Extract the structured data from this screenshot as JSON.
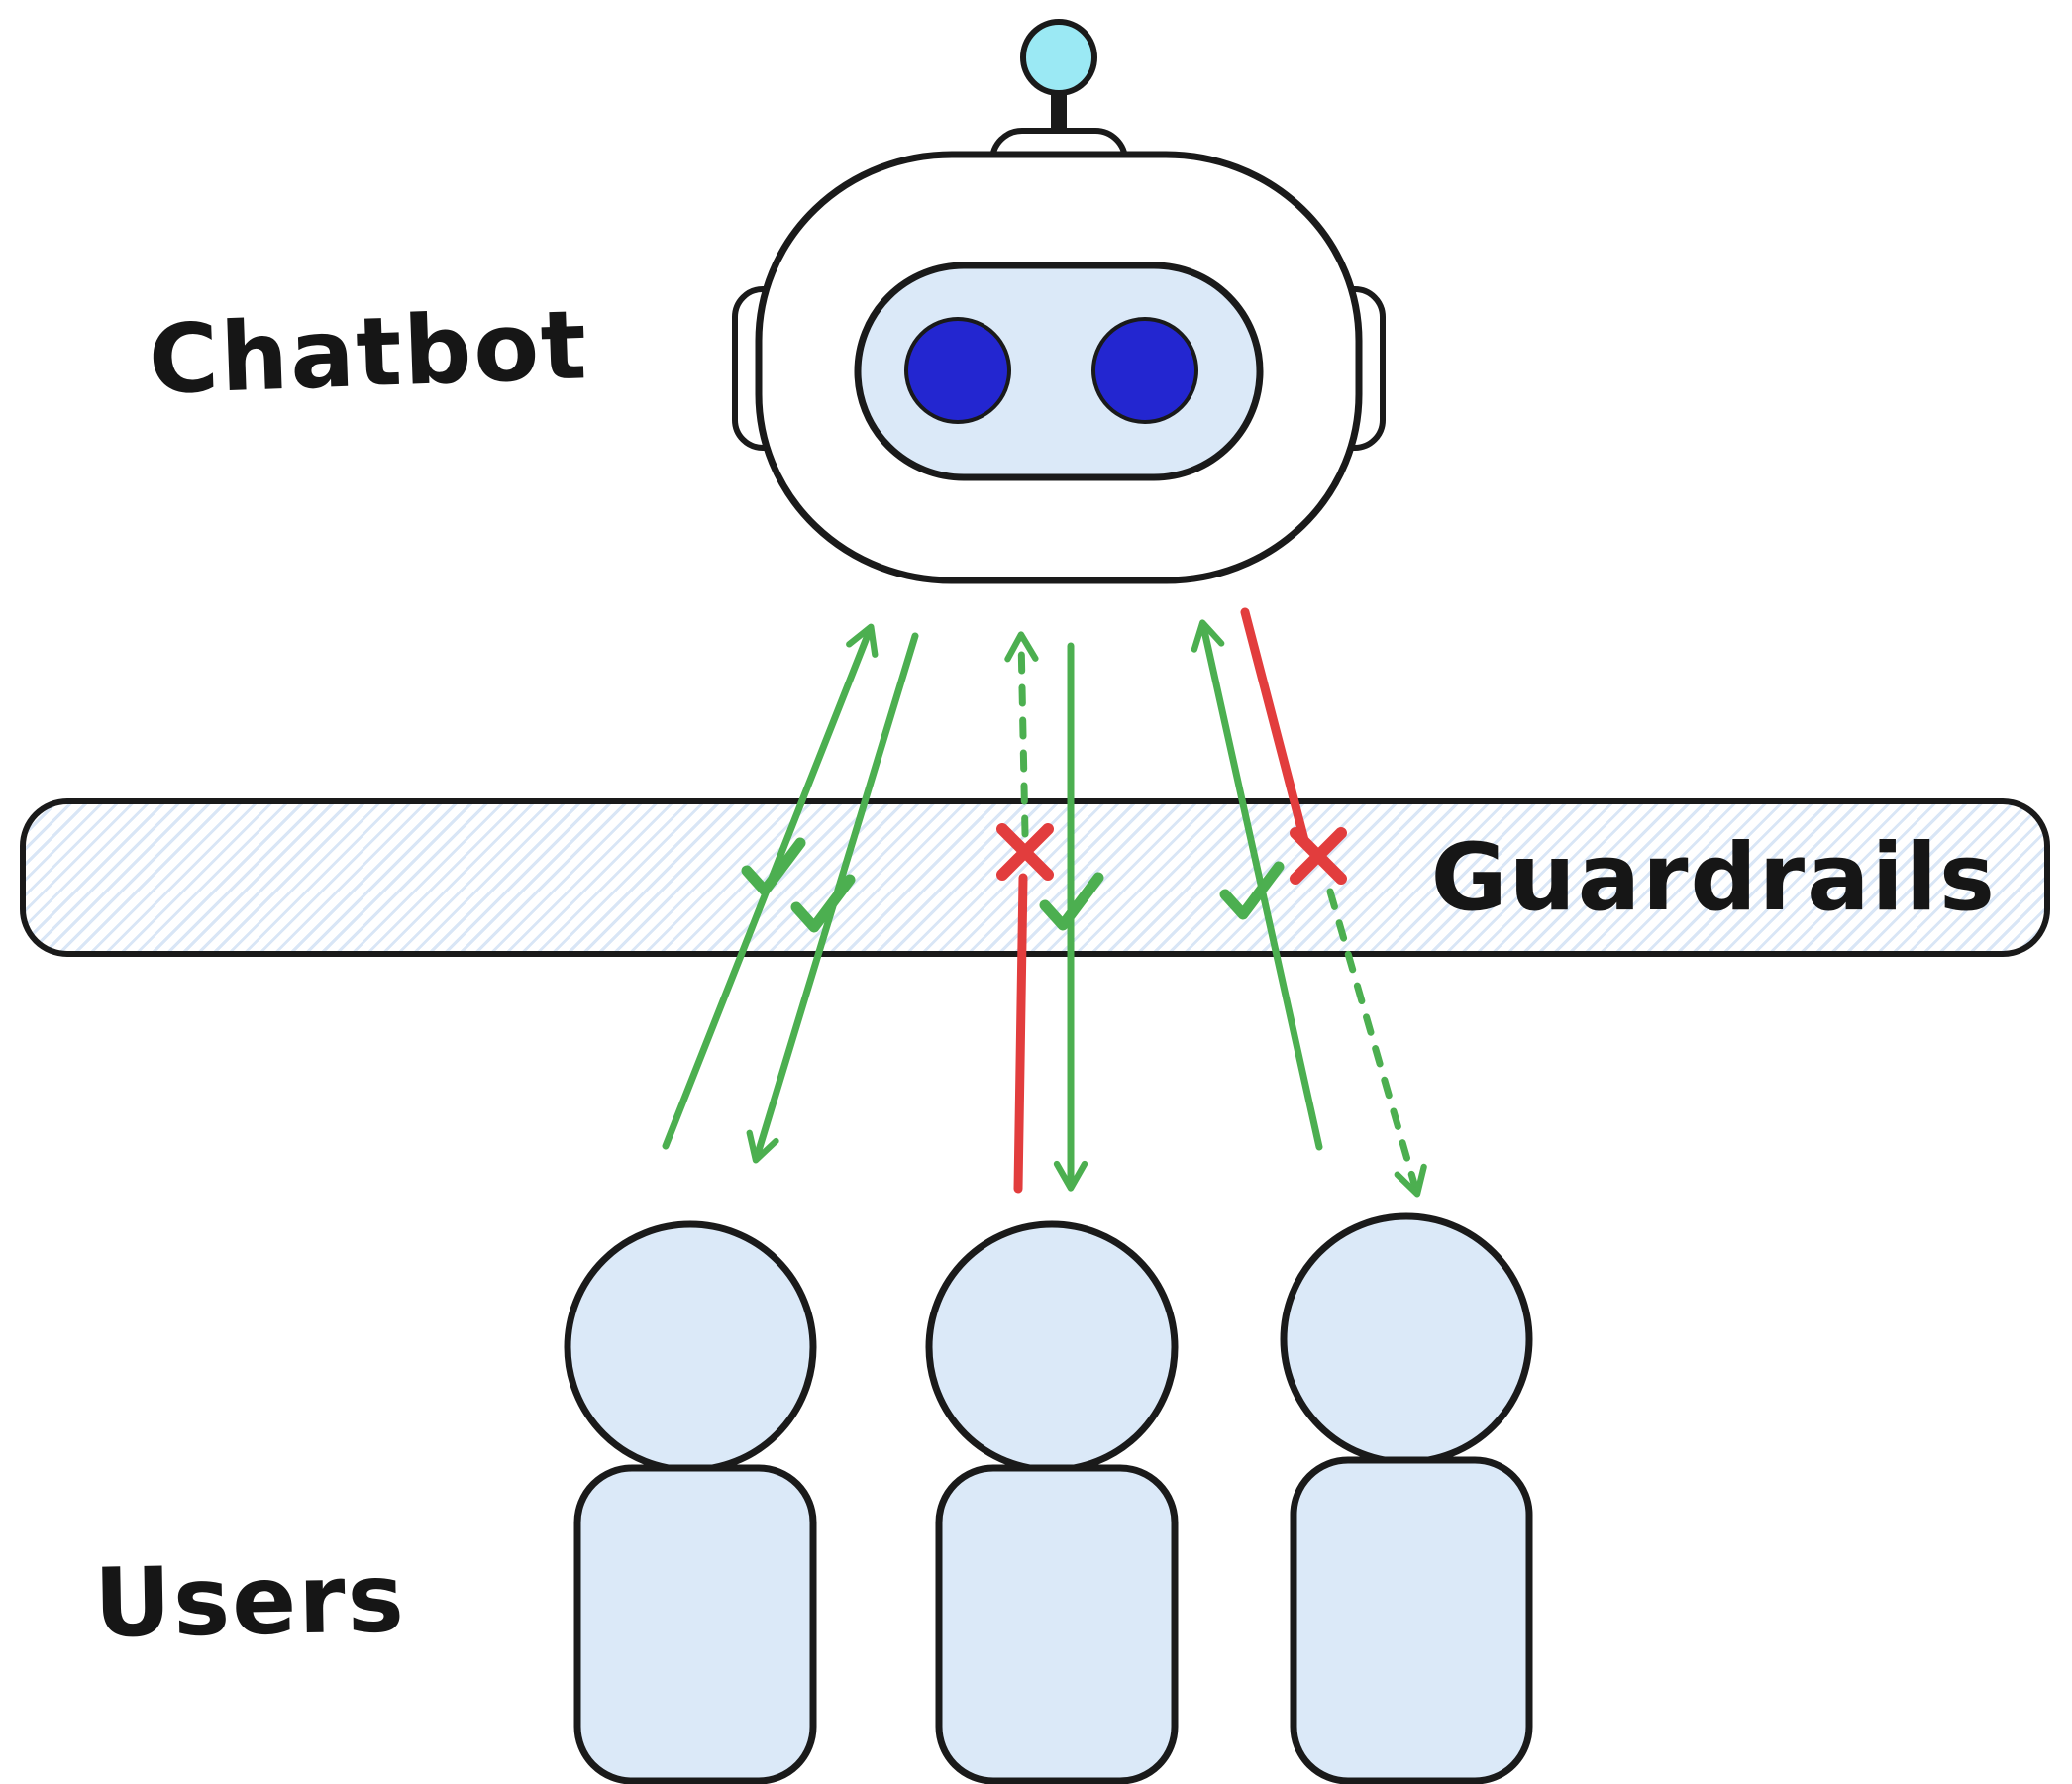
{
  "diagram": {
    "chatbot_label": "Chatbot",
    "guardrails_label": "Guardrails",
    "users_label": "Users",
    "user_count": 3,
    "flows": [
      {
        "lane": "left",
        "up": "pass",
        "down": "pass",
        "marks": [
          "check",
          "check"
        ]
      },
      {
        "lane": "middle",
        "up": "blocked",
        "down": "pass",
        "marks": [
          "x",
          "check"
        ]
      },
      {
        "lane": "right",
        "up": "pass",
        "down": "blocked",
        "marks": [
          "check",
          "x"
        ]
      }
    ],
    "colors": {
      "pass_green": "#4caf50",
      "block_red": "#e23d3d",
      "fill_blue": "#dbe9f8",
      "outline": "#1a1a1a",
      "eye_blue": "#2326d0",
      "antenna_cyan": "#9be9f4",
      "hatch_blue": "#d9e6f6"
    }
  }
}
